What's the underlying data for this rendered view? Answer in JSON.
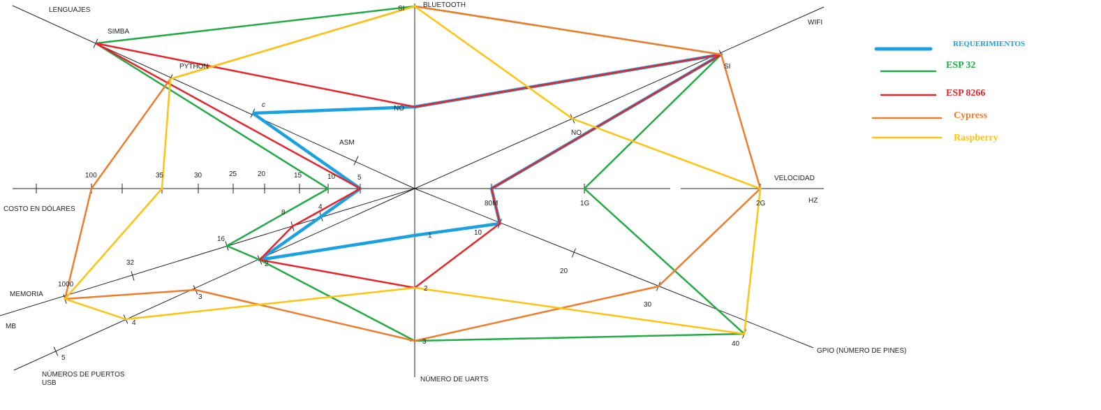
{
  "chart_data": {
    "type": "radar",
    "axes": [
      {
        "key": "lenguajes",
        "label": "LENGUAJES",
        "ticks": [
          "ASM",
          "c",
          "PYTHON",
          "SIMBA"
        ]
      },
      {
        "key": "bluetooth",
        "label": "BLUETOOTH",
        "ticks": [
          "NO",
          "SI"
        ]
      },
      {
        "key": "wifi",
        "label": "WIFI",
        "ticks": [
          "NO",
          "SI"
        ]
      },
      {
        "key": "velocidad",
        "label": "VELOCIDAD",
        "unit": "HZ",
        "ticks": [
          "80M",
          "1G",
          "2G"
        ]
      },
      {
        "key": "gpio",
        "label": "GPIO",
        "label_note": "(NÚMERO DE PINES)",
        "ticks": [
          "10",
          "20",
          "30",
          "40"
        ]
      },
      {
        "key": "uarts",
        "label": "NÚMERO DE UARTS",
        "ticks": [
          "1",
          "2",
          "3"
        ]
      },
      {
        "key": "usb",
        "label_lines": [
          "NÚMEROS DE PUERTOS",
          "USB"
        ],
        "ticks": [
          "2",
          "3",
          "4",
          "5"
        ]
      },
      {
        "key": "memoria",
        "label": "MEMORIA",
        "unit": "MB",
        "ticks": [
          "4",
          "8",
          "16",
          "32",
          "1000"
        ]
      },
      {
        "key": "costo",
        "label": "COSTO EN DÓLARES",
        "ticks": [
          "5",
          "10",
          "15",
          "20",
          "25",
          "30",
          "35",
          "100"
        ]
      }
    ],
    "series": [
      {
        "name": "REQUERIMIENTOS",
        "color": "#1ba1e2",
        "values": {
          "lenguajes": "c",
          "bluetooth": "NO",
          "wifi": "SI",
          "velocidad": "80M",
          "gpio": "10",
          "uarts": "1",
          "usb": "2",
          "memoria": "4",
          "costo": "5"
        }
      },
      {
        "name": "ESP 32",
        "color": "#22aa44",
        "values": {
          "lenguajes": "SIMBA",
          "bluetooth": "SI",
          "wifi": "SI",
          "velocidad": "1G",
          "gpio": "40",
          "uarts": "3",
          "usb": "2",
          "memoria": "16",
          "costo": "10"
        }
      },
      {
        "name": "ESP 8266",
        "color": "#e8232a",
        "values": {
          "lenguajes": "SIMBA",
          "bluetooth": "NO",
          "wifi": "SI",
          "velocidad": "80M",
          "gpio": "10",
          "uarts": "2",
          "usb": "2",
          "memoria": "8",
          "costo": "5"
        }
      },
      {
        "name": "Cypress",
        "color": "#f07b2a",
        "values": {
          "lenguajes": "PYTHON",
          "bluetooth": "SI",
          "wifi": "SI",
          "velocidad": "2G",
          "gpio": "30",
          "uarts": "3",
          "usb": "3",
          "memoria": "1000",
          "costo": "100"
        }
      },
      {
        "name": "Raspberry",
        "color": "#ffc20e",
        "values": {
          "lenguajes": "PYTHON",
          "bluetooth": "SI",
          "wifi": "NO",
          "velocidad": "2G",
          "gpio": "40",
          "uarts": "2",
          "usb": "4",
          "memoria": "1000",
          "costo": "35"
        }
      }
    ]
  }
}
